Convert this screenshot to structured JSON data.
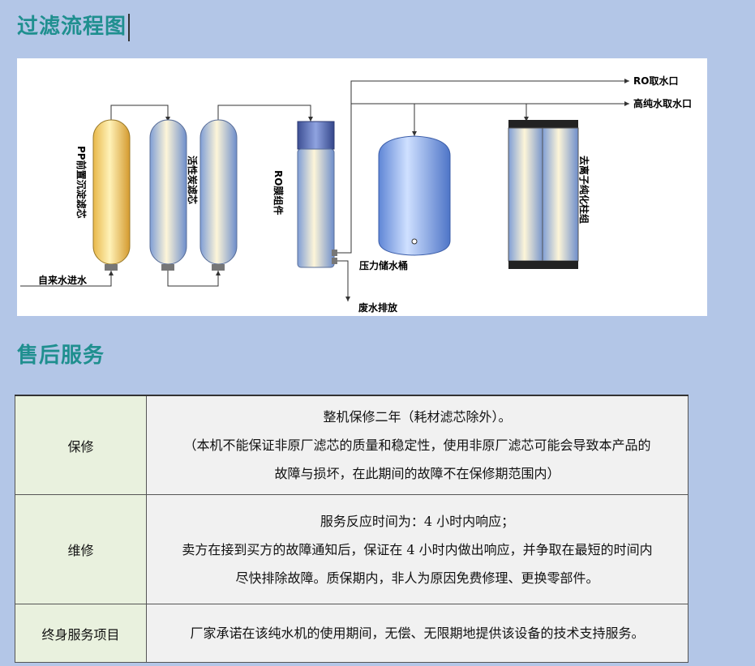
{
  "sections": {
    "filter_title": "过滤流程图",
    "service_title": "售后服务"
  },
  "diagram": {
    "inlet": "自来水进水",
    "pp_filter": "PP前置沉淀滤芯",
    "carbon_filter": "活性炭滤芯",
    "ro_module": "RO膜组件",
    "tank": "压力储水桶",
    "deionizer": "去离子纯化柱组",
    "ro_outlet": "RO取水口",
    "pure_outlet": "高纯水取水口",
    "waste": "废水排放"
  },
  "service_table": {
    "warranty": {
      "label": "保修",
      "line1": "整机保修二年（耗材滤芯除外）。",
      "line2": "（本机不能保证非原厂滤芯的质量和稳定性，使用非原厂滤芯可能会导致本产品的",
      "line3": "故障与损坏，在此期间的故障不在保修期范围内）"
    },
    "repair": {
      "label": "维修",
      "line1": "服务反应时间为：4 小时内响应；",
      "line2": "卖方在接到买方的故障通知后，保证在 4 小时内做出响应，并争取在最短的时间内",
      "line3": "尽快排除故障。质保期内，非人为原因免费修理、更换零部件。"
    },
    "lifetime": {
      "label": "终身服务项目",
      "line1": "厂家承诺在该纯水机的使用期间，无偿、无限期地提供该设备的技术支持服务。"
    }
  },
  "colors": {
    "page_background": "#b3c6e7",
    "title_teal": "#1f8f8f",
    "label_cell_green": "#e9f1de",
    "content_cell_gray": "#f1f1f1"
  }
}
